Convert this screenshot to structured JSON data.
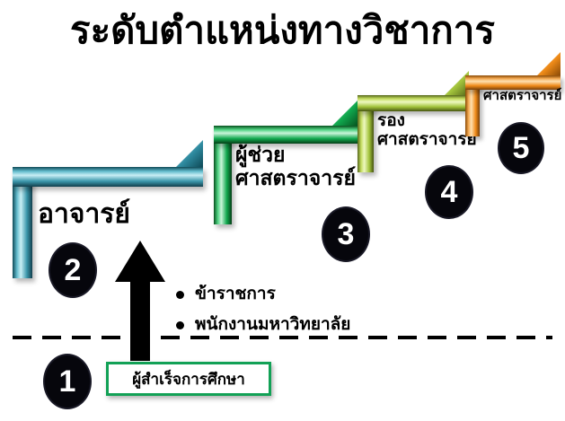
{
  "slide": {
    "title": "ระดับตำแหน่งทางวิชาการ",
    "background_color": "#FFFFFF"
  },
  "steps": [
    {
      "number": "2",
      "label": "อาจารย์",
      "color": "#31859C"
    },
    {
      "number": "3",
      "label": "ผู้ช่วย\nศาสตราจารย์",
      "color": "#00B050"
    },
    {
      "number": "4",
      "label": "รอง\nศาสตราจารย์",
      "color": "#9BBB59"
    },
    {
      "number": "5",
      "label": "ศาสตราจารย์",
      "color": "#E36C0A"
    }
  ],
  "entry": {
    "number": "1",
    "box_label": "ผู้สำเร็จการศึกษา",
    "box_border_color": "#12A156"
  },
  "bullets": [
    {
      "text": "ข้าราชการ"
    },
    {
      "text": "พนักงานมหาวิทยาลัย"
    }
  ],
  "arrow": {
    "name": "up-arrow",
    "color": "#000000"
  },
  "badge_style": {
    "fill": "#000000",
    "text_color": "#FFFFFF"
  },
  "divider": {
    "style": "dashed",
    "color": "#000000"
  }
}
